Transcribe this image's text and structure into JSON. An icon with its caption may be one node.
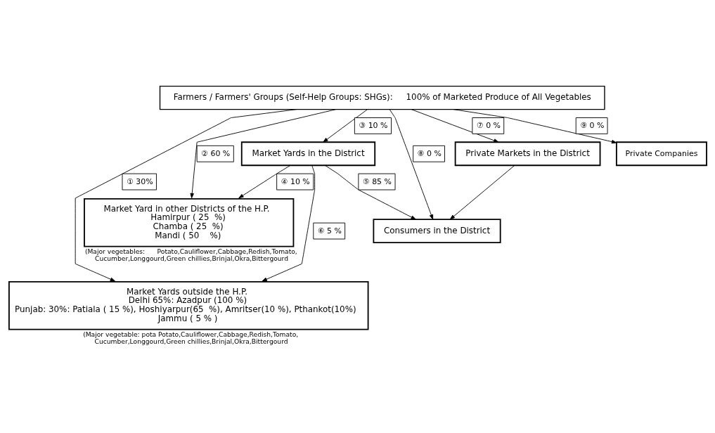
{
  "diagram": {
    "nodes": [
      {
        "text": [
          "Farmers / Farmers' Groups (Self-Help Groups: SHGs):     100% of Marketed Produce of All Vegetables"
        ]
      },
      {
        "text": [
          "Market Yards in the District"
        ]
      },
      {
        "text": [
          "Private Markets in the District"
        ]
      },
      {
        "text": [
          "Private Companies"
        ]
      },
      {
        "text": [
          "Market Yard in other Districts of the H.P.",
          "Hamirpur ( 25  %)",
          "Chamba ( 25  %)",
          "Mandi ( 50    %)"
        ],
        "beside": [
          "(Major vegetables:      Potato,Cauliflower,Cabbage,Redish,Tomato,Cucumber,Longgourd,Green chillies,Brinjal,Okra,Bittergourd"
        ]
      },
      {
        "text": [
          "Consumers in the District"
        ]
      },
      {
        "text": [
          "Market Yards outside the H.P.",
          "Delhi 65%: Azadpur (100 %)",
          "Punjab: 30%: Patiala ( 15 %), Hoshiyarpur(65  %), Amritser(10 %), Pthankot(10%)",
          "Jammu ( 5 % )"
        ],
        "beside": [
          "(Major vegetable: pota Potato,Cauliflower,Cabbage,Redish,Tomato,Cucumber,Longgourd,Green chillies,Brinjal,Okra,Bittergourd"
        ]
      }
    ],
    "edges": [
      {
        "from": 0,
        "to": 6,
        "arrow": "to",
        "label": "① 30%"
      },
      {
        "from": 0,
        "to": 4,
        "arrow": "to",
        "label": "② 60 %"
      },
      {
        "from": 0,
        "to": 1,
        "arrow": "to",
        "label": "③ 10 %"
      },
      {
        "from": 1,
        "to": 4,
        "arrow": "to",
        "label": "④ 10 %"
      },
      {
        "from": 1,
        "to": 5,
        "arrow": "to",
        "label": "⑤ 85 %"
      },
      {
        "from": 1,
        "to": 6,
        "arrow": "to",
        "label": "⑥ 5 %"
      },
      {
        "from": 0,
        "to": 2,
        "arrow": "to",
        "label": "⑦ 0 %"
      },
      {
        "from": 2,
        "to": 5,
        "arrow": "to"
      },
      {
        "from": 0,
        "to": 5,
        "arrow": "to",
        "label": "⑧ 0 %"
      },
      {
        "from": 0,
        "to": 3,
        "arrow": "to",
        "label": "⑨ 0 %"
      }
    ]
  }
}
